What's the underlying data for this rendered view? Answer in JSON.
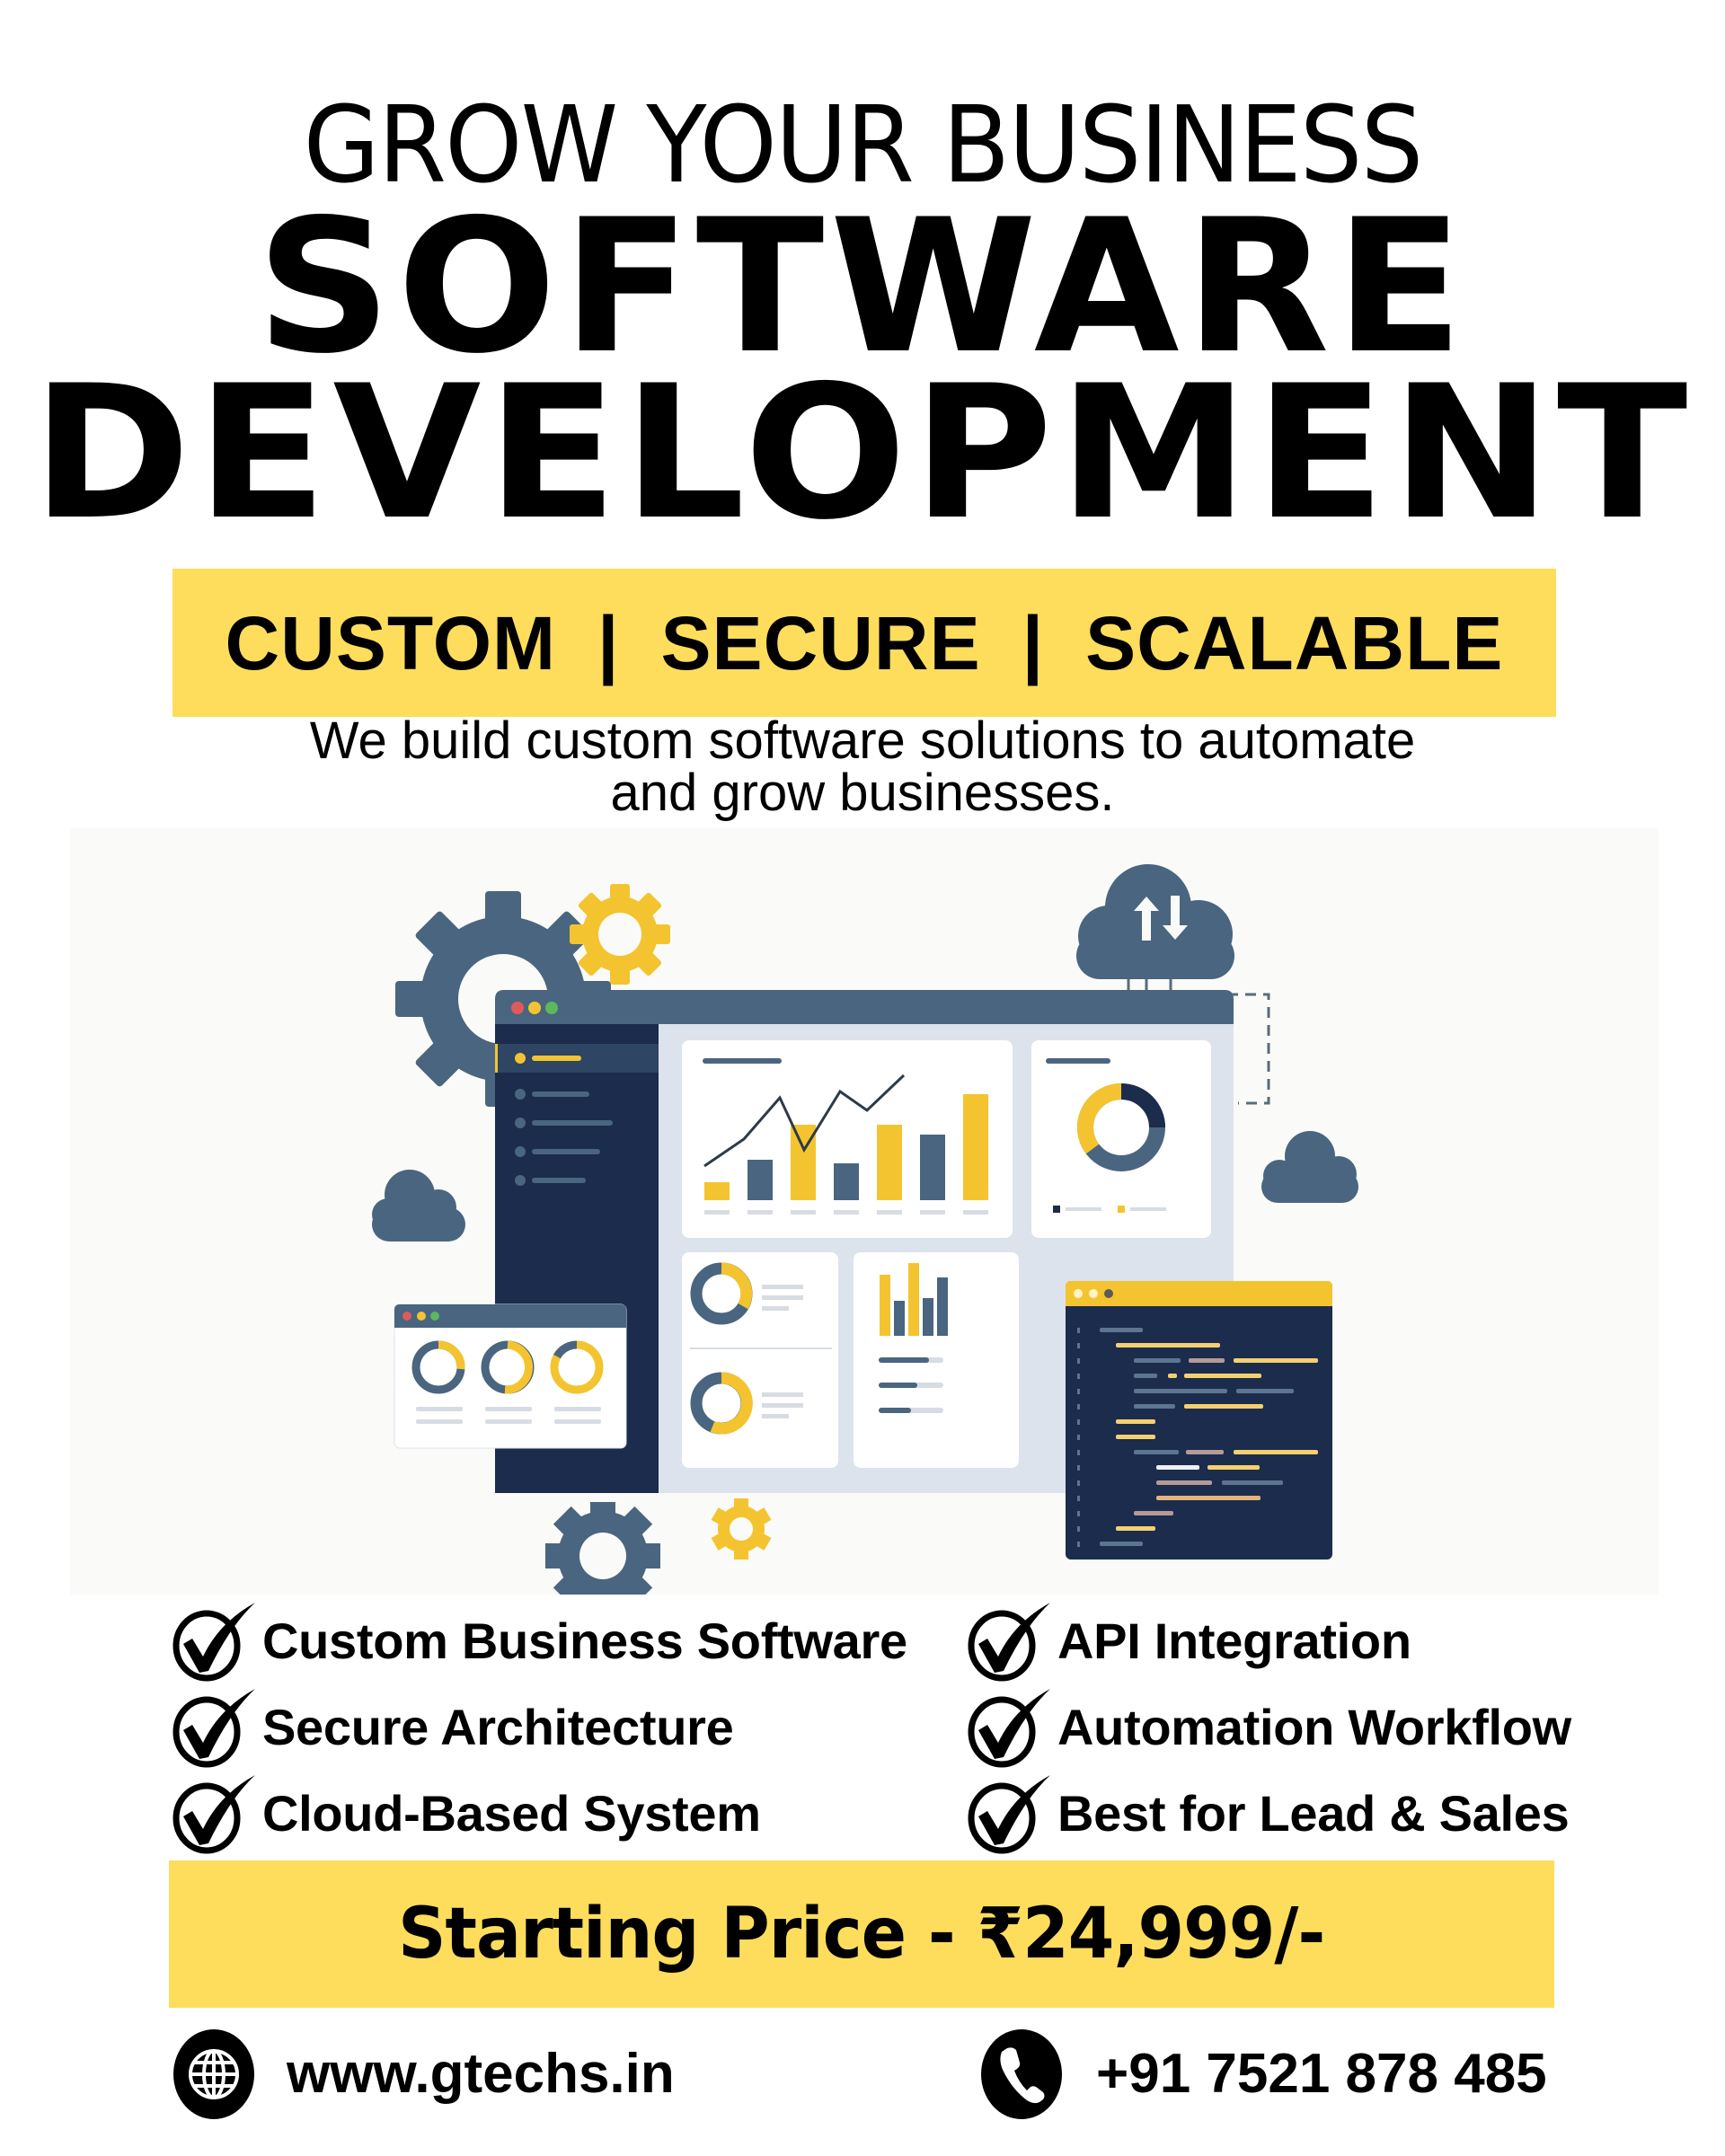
{
  "header": {
    "kicker": "GROW YOUR BUSINESS",
    "title_line1": "SOFTWARE",
    "title_line2": "DEVELOPMENT"
  },
  "tags_band": {
    "items": [
      "CUSTOM",
      "SECURE",
      "SCALABLE"
    ],
    "separator": "|"
  },
  "tagline": {
    "line1": "We build custom software solutions to automate",
    "line2": "and grow businesses."
  },
  "illustration": {
    "icon": "software-dashboard-illustration",
    "elements": [
      "gear-icon",
      "cloud-sync-icon",
      "browser-dashboard",
      "bar-chart",
      "donut-chart",
      "code-editor-window",
      "mini-browser-donuts"
    ]
  },
  "features": {
    "left": [
      {
        "label": "Custom Business Software",
        "icon": "check-circle-icon"
      },
      {
        "label": "Secure Architecture",
        "icon": "check-circle-icon"
      },
      {
        "label": "Cloud-Based System",
        "icon": "check-circle-icon"
      }
    ],
    "right": [
      {
        "label": "API Integration",
        "icon": "check-circle-icon"
      },
      {
        "label": "Automation Workflow",
        "icon": "check-circle-icon"
      },
      {
        "label": "Best for Lead & Sales",
        "icon": "check-circle-icon"
      }
    ]
  },
  "price": {
    "label": "Starting Price - ₹24,999/-"
  },
  "contact": {
    "website": "www.gtechs.in",
    "website_icon": "globe-icon",
    "phone": "+91 7521 878 485",
    "phone_icon": "phone-icon"
  },
  "colors": {
    "accent_yellow": "#FEDD5C",
    "illustration_yellow": "#F4C430",
    "navy": "#1B2C4C",
    "slate": "#4A6580",
    "text": "#000000",
    "background": "#FFFFFF"
  }
}
